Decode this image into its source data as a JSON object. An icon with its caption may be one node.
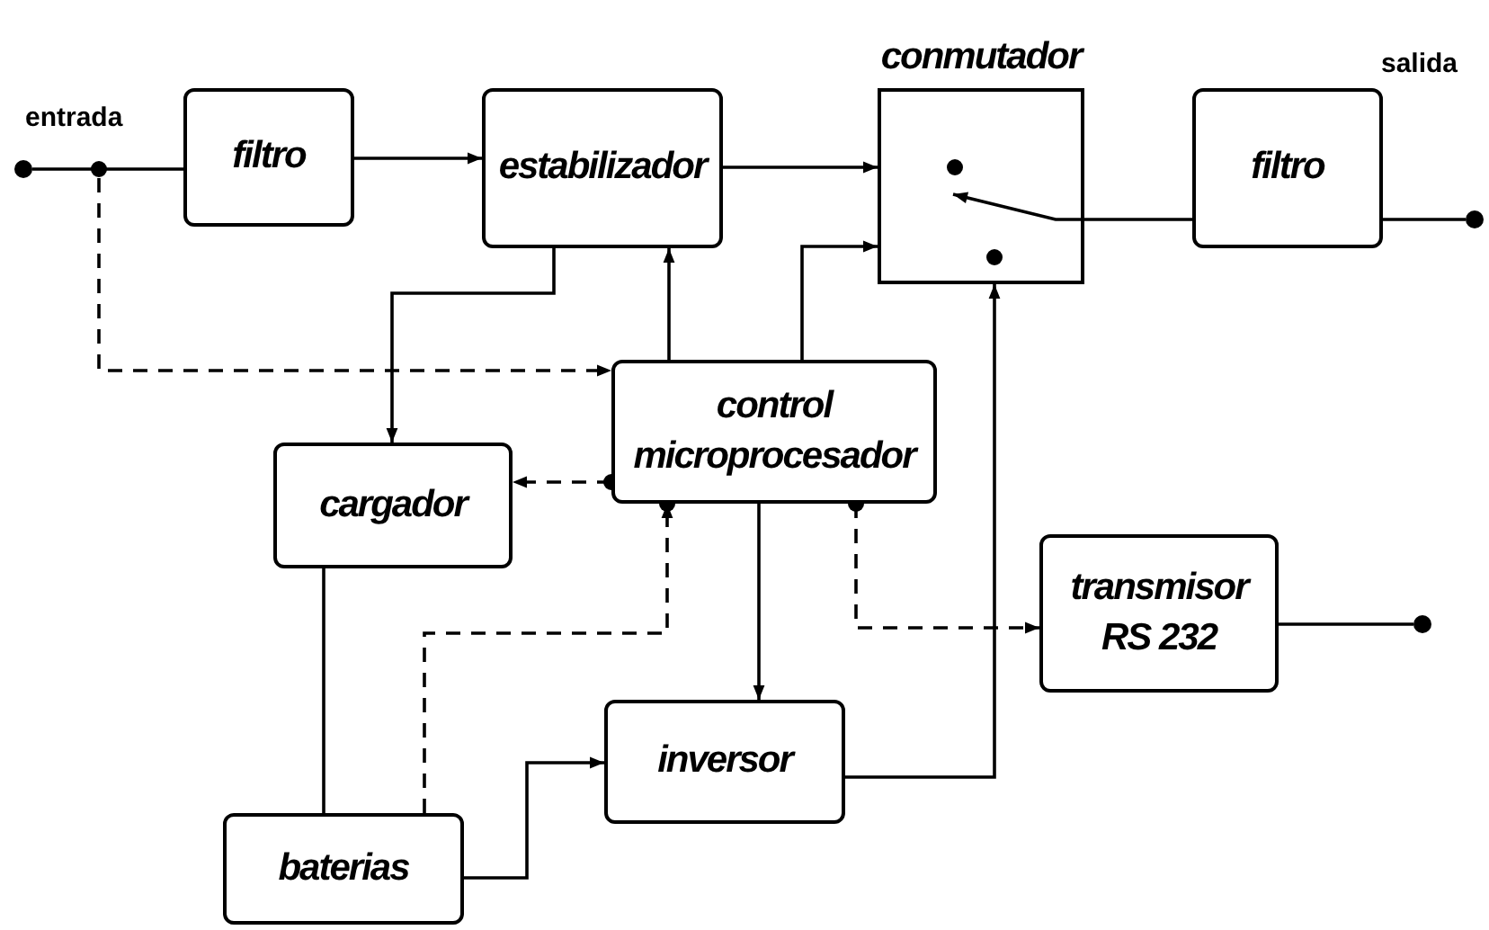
{
  "diagram": {
    "nodes": [
      {
        "text": [],
        "shape": "circle",
        "beside": [
          "entrada"
        ]
      },
      {
        "text": [
          "filtro"
        ]
      },
      {
        "text": [
          "estabilizador"
        ]
      },
      {
        "text": [
          "conmutador"
        ]
      },
      {
        "text": [
          "filtro"
        ]
      },
      {
        "text": [],
        "shape": "circle"
      },
      {
        "text": [
          "control microprocesador"
        ]
      },
      {
        "text": [
          "cargador"
        ]
      },
      {
        "text": [
          "transmisor RS 232"
        ]
      },
      {
        "text": [],
        "shape": "circle"
      },
      {
        "text": [
          "inversor"
        ]
      },
      {
        "text": [
          "baterias"
        ]
      }
    ],
    "edges": [
      {
        "from": 0,
        "to": 1,
        "arrow": "none"
      },
      {
        "from": 1,
        "to": 2,
        "arrow": "to"
      },
      {
        "from": 2,
        "to": 3,
        "arrow": "to"
      },
      {
        "from": 3,
        "to": 4,
        "arrow": "none"
      },
      {
        "from": 4,
        "to": 5,
        "arrow": "none"
      },
      {
        "from": 0,
        "to": 6,
        "arrow": "to",
        "style": "dashed"
      },
      {
        "from": 2,
        "to": 7,
        "arrow": "to"
      },
      {
        "from": 6,
        "to": 2,
        "arrow": "to"
      },
      {
        "from": 6,
        "to": 3,
        "arrow": "to"
      },
      {
        "from": 6,
        "to": 7,
        "arrow": "to",
        "style": "dashed"
      },
      {
        "from": 11,
        "to": 6,
        "arrow": "to",
        "style": "dashed"
      },
      {
        "from": 6,
        "to": 10,
        "arrow": "to"
      },
      {
        "from": 6,
        "to": 8,
        "arrow": "to",
        "style": "dashed"
      },
      {
        "from": 10,
        "to": 3,
        "arrow": "to"
      },
      {
        "from": 11,
        "to": 10,
        "arrow": "to"
      },
      {
        "from": 7,
        "to": 11,
        "arrow": "none"
      },
      {
        "from": 8,
        "to": 9,
        "arrow": "none"
      }
    ],
    "labels": [
      "salida"
    ]
  }
}
